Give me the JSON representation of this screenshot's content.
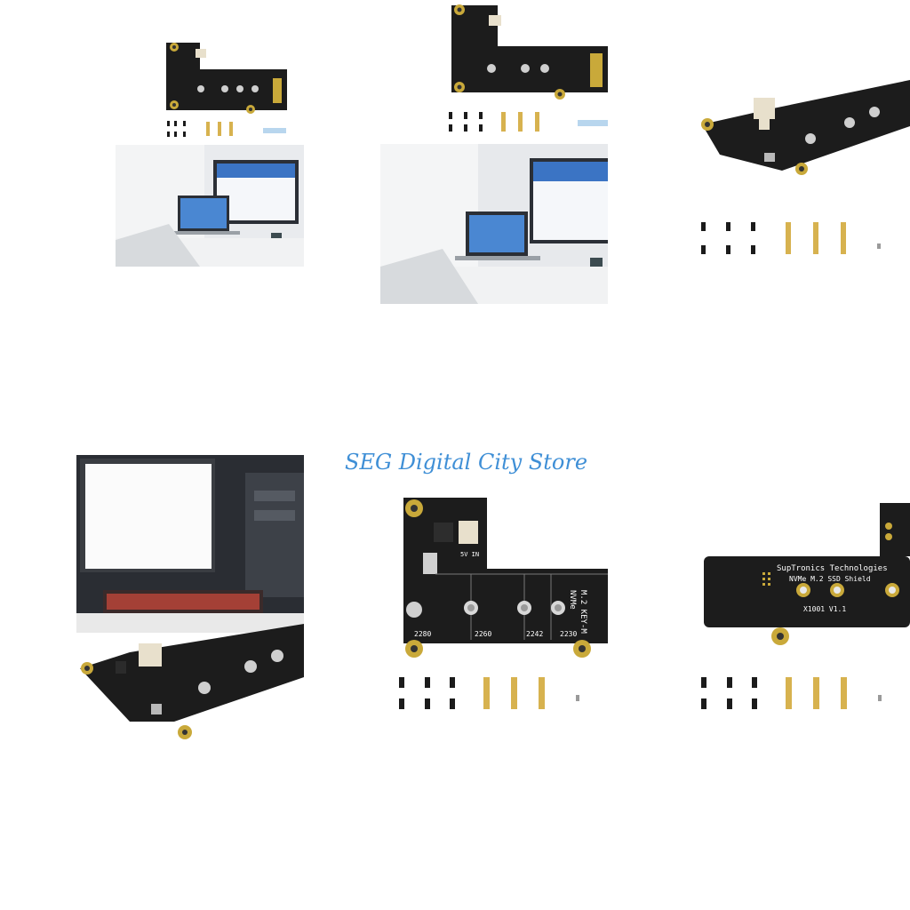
{
  "store": {
    "name": "SEG Digital City Store"
  },
  "colors": {
    "pcb": "#1c1c1c",
    "gold_pad": "#c9a93a",
    "brass": "#d7b24f",
    "screw": "#1b1b1b",
    "brand_text": "#3f8fd6"
  },
  "board": {
    "slot_labels": [
      "2280",
      "2260",
      "2242",
      "2230"
    ],
    "key_label": "M.2 KEY-M",
    "nvme_label": "NVMe",
    "power_label": "5V IN",
    "rear_brand": "SupTronics Technologies",
    "rear_title": "NVMe M.2 SSD Shield",
    "rear_model": "X1001 V1.1"
  },
  "tiles": [
    {
      "id": "tile-1",
      "subject": "board-with-accessories-and-desk-photo"
    },
    {
      "id": "tile-2",
      "subject": "board-with-accessories-and-desk-photo"
    },
    {
      "id": "tile-3",
      "subject": "angled-board-with-accessories"
    },
    {
      "id": "tile-4",
      "subject": "monitor-setup-and-angled-board"
    },
    {
      "id": "tile-5",
      "subject": "board-front-with-accessories"
    },
    {
      "id": "tile-6",
      "subject": "board-rear-with-accessories"
    }
  ]
}
